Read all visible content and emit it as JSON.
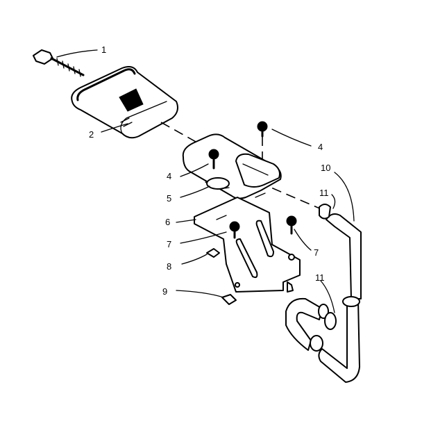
{
  "callouts": [
    "1",
    "2",
    "4",
    "4",
    "5",
    "6",
    "7",
    "7",
    "8",
    "9",
    "10",
    "11",
    "11"
  ]
}
